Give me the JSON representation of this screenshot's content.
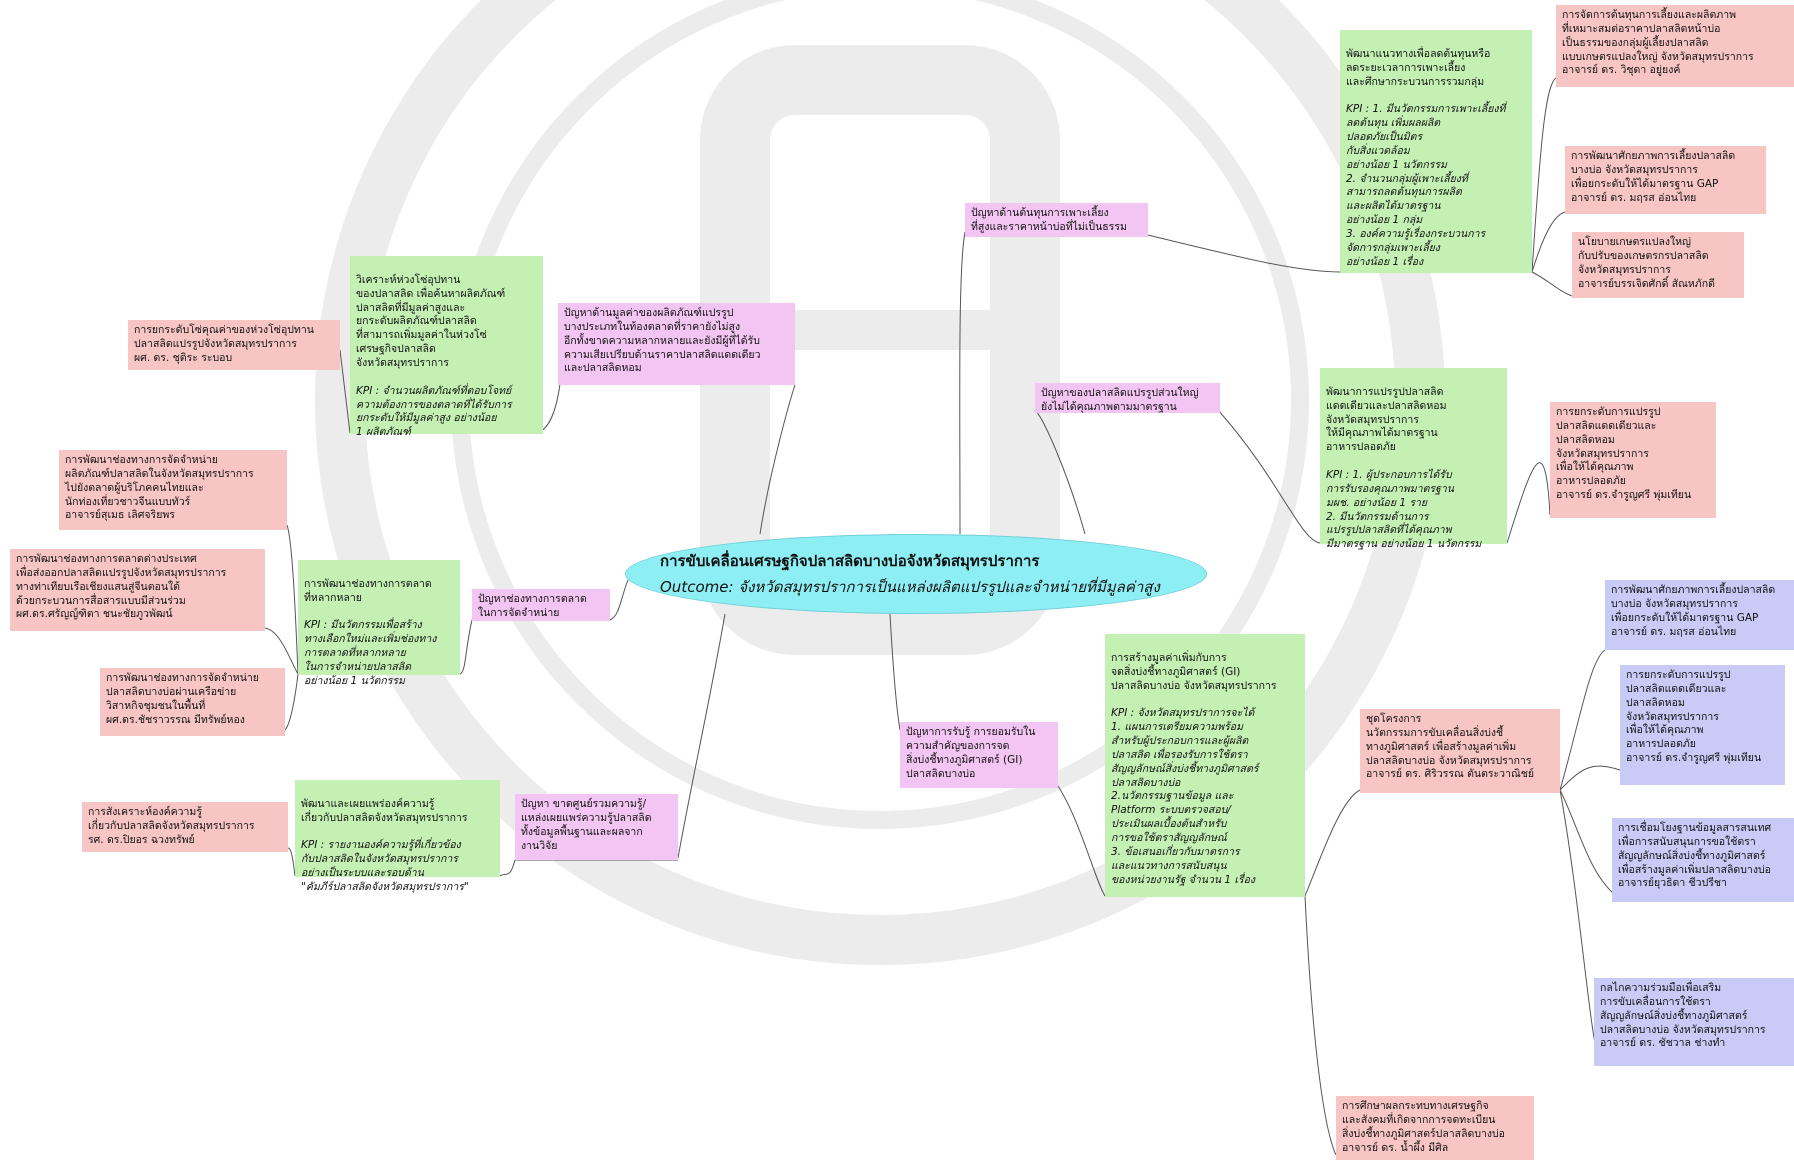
{
  "center": {
    "title": "การขับเคลื่อนเศรษฐกิจปลาสลิดบางบ่อจังหวัดสมุทรปราการ",
    "outcome": "Outcome:  จังหวัดสมุทรปราการเป็นแหล่งผลิตแปรรูปและจำหน่ายที่มีมูลค่าสูง"
  },
  "problems": {
    "cost": "ปัญหาด้านต้นทุนการเพาะเลี้ยง\nที่สูงและราคาหน้าบ่อที่ไม่เป็นธรรม",
    "value": "ปัญหาด้านมูลค่าของผลิตภัณฑ์แปรรูป\nบางประเภทในท้องตลาดที่ราคายังไม่สูง\nอีกทั้งขาดความหลากหลายและยังมีผู้ที่ได้รับ\nความเสียเปรียบด้านราคาปลาสลิดแดดเดียว\nและปลาสลิดหอม",
    "quality": "ปัญหาของปลาสลิดแปรรูปส่วนใหญ่\nยังไม่ได้คุณภาพตามมาตรฐาน",
    "channel": "ปัญหาช่องทางการตลาด\nในการจัดจำหน่าย",
    "gi": "ปัญหาการรับรู้ การยอมรับใน\nความสำคัญของการจด\nสิ่งบ่งชี้ทางภูมิศาสตร์ (GI)\nปลาสลิดบางบ่อ",
    "knowledge": "ปัญหา ขาดศูนย์รวมความรู้/\nแหล่งเผยแพร่ความรู้ปลาสลิด\nทั้งข้อมูลพื้นฐานและผลจาก\nงานวิจัย"
  },
  "solutions": {
    "cost_head": "พัฒนาแนวทางเพื่อลดต้นทุนหรือ\nลดระยะเวลาการเพาะเลี้ยง\nและศึกษากระบวนการรวมกลุ่ม",
    "cost_kpi": "KPI : 1. มีนวัตกรรมการเพาะเลี้ยงที่\nลดต้นทุน เพิ่มผลผลิต\nปลอดภัยเป็นมิตร\nกับสิ่งแวดล้อม\nอย่างน้อย 1 นวัตกรรม\n2. จำนวนกลุ่มผู้เพาะเลี้ยงที่\nสามารถลดต้นทุนการผลิต\nและผลิตได้มาตรฐาน\nอย่างน้อย 1 กลุ่ม\n3. องค์ความรู้เรื่องกระบวนการ\nจัดการกลุ่มเพาะเลี้ยง\nอย่างน้อย 1 เรื่อง",
    "value_head": "วิเคราะห์ห่วงโซ่อุปทาน\nของปลาสลิด เพื่อค้นหาผลิตภัณฑ์\nปลาสลิดที่มีมูลค่าสูงและ\nยกระดับผลิตภัณฑ์ปลาสลิด\nที่สามารถเพิ่มมูลค่าในห่วงโซ่\nเศรษฐกิจปลาสลิด\nจังหวัดสมุทรปราการ",
    "value_kpi": "KPI : จำนวนผลิตภัณฑ์ที่ตอบโจทย์\nความต้องการของตลาดที่ได้รับการ\nยกระดับให้มีมูลค่าสูง อย่างน้อย\n1 ผลิตภัณฑ์",
    "quality_head": "พัฒนาการแปรรูปปลาสลิด\nแดดเดียวและปลาสลิดหอม\nจังหวัดสมุทรปราการ\nให้มีคุณภาพได้มาตรฐาน\nอาหารปลอดภัย",
    "quality_kpi": "KPI : 1. ผู้ประกอบการได้รับ\nการรับรองคุณภาพมาตรฐาน\nมผช. อย่างน้อย 1 ราย\n2. มีนวัตกรรมด้านการ\nแปรรูปปลาสลิดที่ได้คุณภาพ\nมีมาตรฐาน อย่างน้อย 1 นวัตกรรม",
    "channel_head": "การพัฒนาช่องทางการตลาด\nที่หลากหลาย",
    "channel_kpi": "KPI : มีนวัตกรรมเพื่อสร้าง\nทางเลือกใหม่และเพิ่มช่องทาง\nการตลาดที่หลากหลาย\nในการจำหน่ายปลาสลิด\nอย่างน้อย 1 นวัตกรรม",
    "gi_head": "การสร้างมูลค่าเพิ่มกับการ\nจดสิ่งบ่งชี้ทางภูมิศาสตร์ (GI)\nปลาสลิดบางบ่อ จังหวัดสมุทรปราการ",
    "gi_kpi": "KPI : จังหวัดสมุทรปราการจะได้\n   1. แผนการเตรียมความพร้อม\nสำหรับผู้ประกอบการและผู้ผลิต\nปลาสลิด เพื่อรองรับการใช้ตรา\nสัญญลักษณ์สิ่งบ่งชี้ทางภูมิศาสตร์\nปลาสลิดบางบ่อ\n   2.นวัตกรรมฐานข้อมูล และ\nPlatform ระบบตรวจสอบ/\nประเมินผลเบื้องต้นสำหรับ\nการขอใช้ตราสัญญลักษณ์\n   3. ข้อเสนอเกี่ยวกับมาตรการ\nและแนวทางการสนับสนุน\nของหน่วยงานรัฐ จำนวน 1 เรื่อง",
    "knowledge_head": "พัฒนาและเผยแพร่องค์ความรู้\nเกี่ยวกับปลาสลิดจังหวัดสมุทรปราการ",
    "knowledge_kpi": "KPI : รายงานองค์ความรู้ที่เกี่ยวข้อง\nกับปลาสลิดในจังหวัดสมุทรปราการ\nอย่างเป็นระบบและรอบด้าน\n\"คัมภีร์ปลาสลิดจังหวัดสมุทรปราการ\""
  },
  "projects": {
    "cost1": "การจัดการต้นทุนการเลี้ยงและผลิตภาพ\nที่เหมาะสมต่อราคาปลาสลิดหน้าบ่อ\nเป็นธรรมของกลุ่มผู้เลี้ยงปลาสลิด\nแบบเกษตรแปลงใหญ่ จังหวัดสมุทรปราการ\nอาจารย์ ดร. วิชุดา อยู่ยงค์",
    "cost2": "การพัฒนาศักยภาพการเลี้ยงปลาสลิด\nบางบ่อ จังหวัดสมุทรปราการ\nเพื่อยกระดับให้ได้มาตรฐาน GAP\nอาจารย์ ดร. มฤรส อ่อนไทย",
    "cost3": "นโยบายเกษตรแปลงใหญ่\nกับปรับของเกษตรกรปลาสลิด\nจังหวัดสมุทรปราการ\nอาจารย์บรรเจิดศักดิ์ สัณหภักดี",
    "value1": "การยกระดับโซ่คุณค่าของห่วงโซ่อุปทาน\nปลาสลิดแปรรูปจังหวัดสมุทรปราการ\nผศ. ดร. ชุติระ ระบอบ",
    "quality1": "การยกระดับการแปรรูป\nปลาสลิดแดดเดียวและ\nปลาสลิดหอม\nจังหวัดสมุทรปราการ\nเพื่อให้ได้คุณภาพ\nอาหารปลอดภัย\nอาจารย์ ดร.จำรูญศรี พุ่มเทียน",
    "channel1": "การพัฒนาช่องทางการจัดจำหน่าย\nผลิตภัณฑ์ปลาสลิดในจังหวัดสมุทรปราการ\nไปยังตลาดผู้บริโภคคนไทยและ\nนักท่องเที่ยวชาวจีนแบบทัวร์\nอาจารย์สุเมธ เลิศจริยพร",
    "channel2": "การพัฒนาช่องทางการตลาดต่างประเทศ\nเพื่อส่งออกปลาสลิดแปรรูปจังหวัดสมุทรปราการ\nทางท่าเทียบเรือเชียงแสนสู่จีนตอนใต้\nด้วยกระบวนการสื่อสารแบบมีส่วนร่วม\nผศ.ดร.ศรัญญ์ฑิตา ชนะชัยภูวพัฒน์",
    "channel3": "การพัฒนาช่องทางการจัดจำหน่าย\nปลาสลิดบางบ่อผ่านเครือข่าย\nวิสาหกิจชุมชนในพื้นที่\nผศ.ดร.ชัชราวรรณ มีทรัพย์หอง",
    "knowledge1": "การสังเคราะห์องค์ความรู้\nเกี่ยวกับปลาสลิดจังหวัดสมุทรปราการ\nรศ. ดร.ปิยอร ฉวงทรัพย์",
    "gi_set": "ชุดโครงการ\n     นวัตกรรมการขับเคลื่อนสิ่งบ่งชี้\nทางภูมิศาสตร์ เพื่อสร้างมูลค่าเพิ่ม\nปลาสลิดบางบ่อ จังหวัดสมุทรปราการ\nอาจารย์ ดร. ศิริวรรณ ตันตระวาณิชย์",
    "gi1": "การพัฒนาศักยภาพการเลี้ยงปลาสลิด\nบางบ่อ จังหวัดสมุทรปราการ\nเพื่อยกระดับให้ได้มาตรฐาน GAP\nอาจารย์ ดร. มฤรส อ่อนไทย",
    "gi2": "การยกระดับการแปรรูป\nปลาสลิดแดดเดียวและ\nปลาสลิดหอม\nจังหวัดสมุทรปราการ\nเพื่อให้ได้คุณภาพ\nอาหารปลอดภัย\nอาจารย์ ดร.จำรูญศรี พุ่มเทียน",
    "gi3": "การเชื่อมโยงฐานข้อมูลสารสนเทศ\nเพื่อการสนับสนุนการขอใช้ตรา\nสัญญลักษณ์สิ่งบ่งชี้ทางภูมิศาสตร์\nเพื่อสร้างมูลค่าเพิ่มปลาสลิดบางบ่อ\nอาจารย์ยุวธิดา ชีวปรีชา",
    "gi4": "กลไกความร่วมมือเพื่อเสริม\nการขับเคลื่อนการใช้ตรา\nสัญญลักษณ์สิ่งบ่งชี้ทางภูมิศาสตร์\nปลาสลิดบางบ่อ จังหวัดสมุทรปราการ\nอาจารย์ ดร. ชัชวาล ช่างทำ",
    "gi5": "การศึกษาผลกระทบทางเศรษฐกิจ\nและสังคมที่เกิดจากการจดทะเบียน\nสิ่งบ่งชี้ทางภูมิศาสตร์ปลาสลิดบางบ่อ\nอาจารย์ ดร. น้ำผึ้ง มีศิล"
  },
  "colors": {
    "project": "#f7c6c4",
    "solution": "#c4f0b4",
    "problem": "#f3c5f2",
    "subproject": "#c9caf6",
    "center": "#8deef4"
  }
}
